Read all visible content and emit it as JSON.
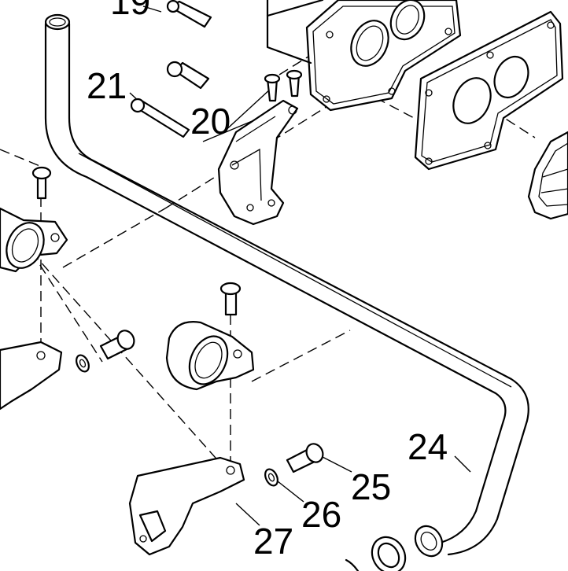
{
  "callouts": {
    "c19": "19",
    "c20": "20",
    "c21": "21",
    "c24": "24",
    "c25": "25",
    "c26": "26",
    "c27": "27"
  }
}
